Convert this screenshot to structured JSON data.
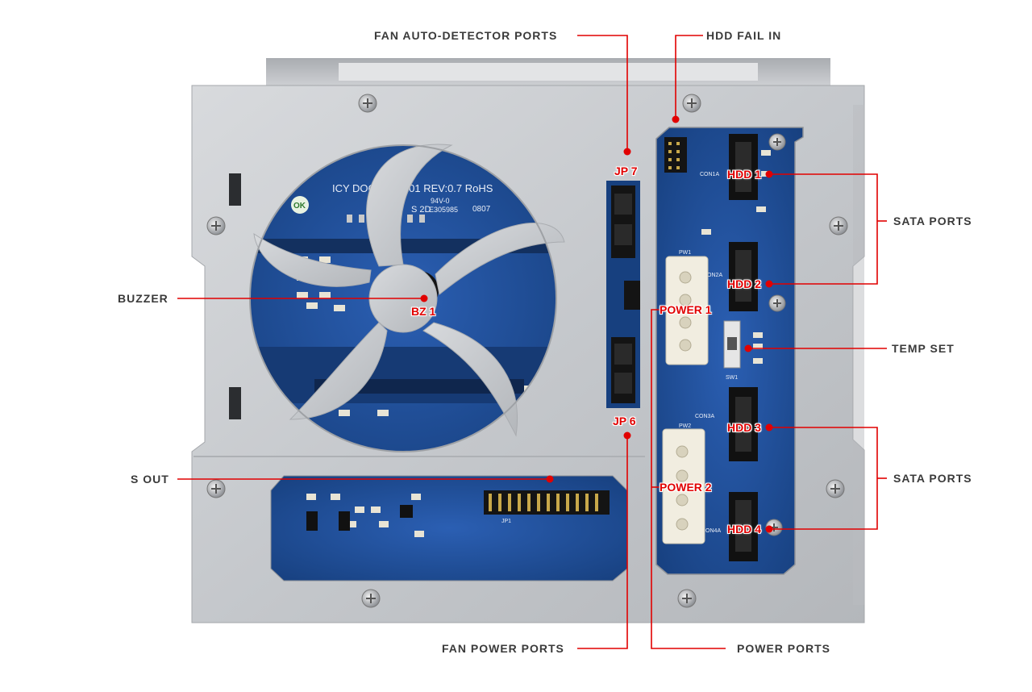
{
  "labels": {
    "fan_auto_detector_ports": "FAN AUTO-DETECTOR PORTS",
    "hdd_fail_in": "HDD FAIL IN",
    "sata_ports_top": "SATA PORTS",
    "buzzer": "BUZZER",
    "temp_set": "TEMP SET",
    "sata_ports_bottom": "SATA PORTS",
    "s_out": "S OUT",
    "fan_power_ports": "FAN POWER PORTS",
    "power_ports": "POWER PORTS"
  },
  "markers": {
    "jp7": "JP 7",
    "jp6": "JP 6",
    "bz1": "BZ 1",
    "hdd1": "HDD 1",
    "hdd2": "HDD 2",
    "hdd3": "HDD 3",
    "hdd4": "HDD 4",
    "power1": "POWER 1",
    "power2": "POWER 2"
  },
  "board_print": {
    "left_board_title": "ICY DOCK 200101 REV:0.7 RoHS",
    "ul_mark": "94V-0",
    "ul_number": "E305985",
    "ok_stamp": "OK",
    "silk_s2d": "S  2D",
    "silk_date": "0807",
    "con1a": "CON1A",
    "con2a": "CON2A",
    "con3a": "CON3A",
    "con4a": "CON4A",
    "pw1": "PW1",
    "pw2": "PW2",
    "sw1": "SW1",
    "jp1": "JP1"
  },
  "colors": {
    "accent_red": "#e10000",
    "label_gray": "#3a3a3a",
    "pcb_blue": "#1f4f9e",
    "chassis_silver": "#c9ccd0"
  }
}
